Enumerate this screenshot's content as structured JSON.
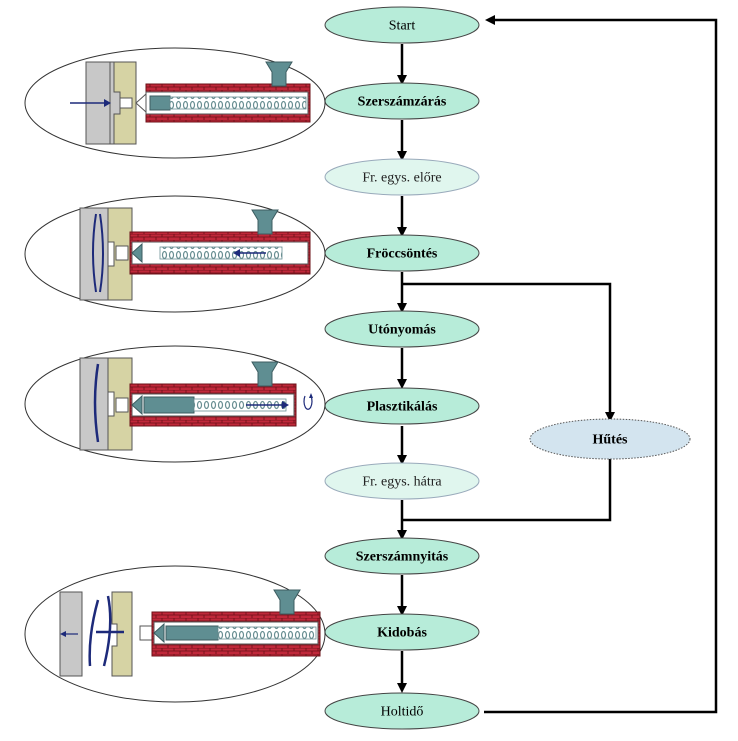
{
  "diagram": {
    "nodes": {
      "start": "Start",
      "mold_close": "Szerszámzárás",
      "unit_forward": "Fr.  egys. előre",
      "injection": "Fröccsöntés",
      "holding": "Utónyomás",
      "plasticizing": "Plasztikálás",
      "unit_back": "Fr.  egys. hátra",
      "mold_open": "Szerszámnyitás",
      "ejection": "Kidobás",
      "dwell": "Holtidő",
      "cooling": "Hűtés"
    }
  },
  "colors": {
    "node_fill_bold": "#b7ecd9",
    "node_fill_light": "#e0f6ee",
    "cooling_fill": "#d3e4ef",
    "mold_gray": "#c8c8c8",
    "mold_olive": "#d6d3a4",
    "barrel_red": "#c0283a",
    "screw_teal": "#5f8e92",
    "arrow_navy": "#1d2a7a"
  }
}
